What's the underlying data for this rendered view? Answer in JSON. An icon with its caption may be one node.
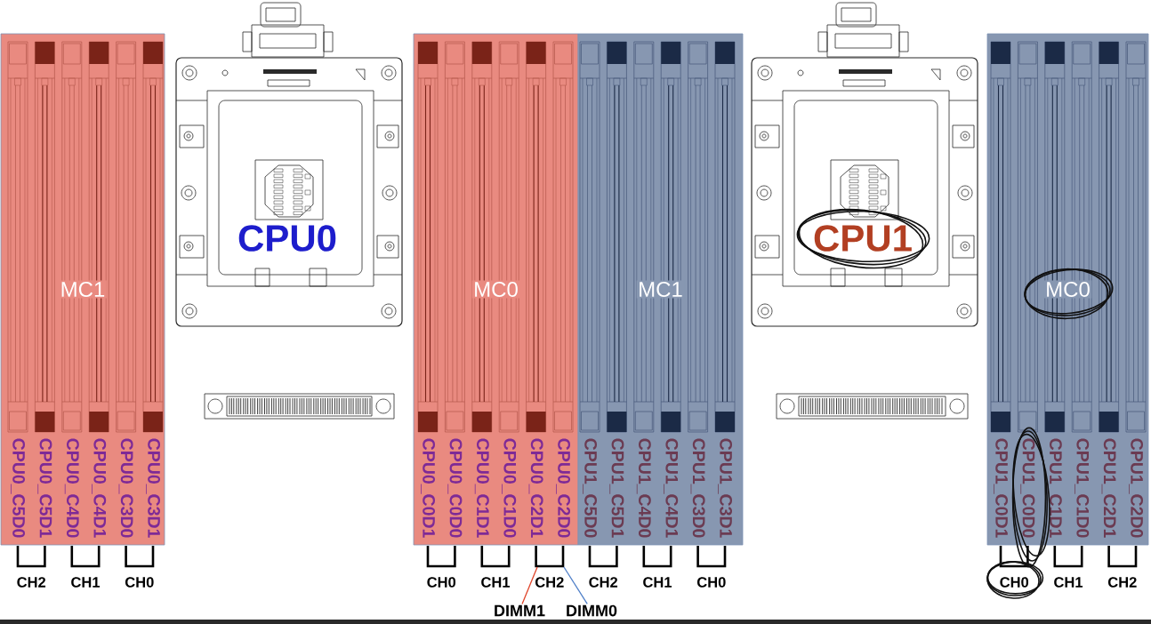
{
  "diagram": {
    "nodes": [
      {
        "text": [
          "MC1"
        ]
      },
      {
        "text": [
          "CPU0_C5D0"
        ],
        "in": 0
      },
      {
        "text": [
          "CPU0_C5D1"
        ],
        "in": 0
      },
      {
        "text": [
          "CPU0_C4D0"
        ],
        "in": 0
      },
      {
        "text": [
          "CPU0_C4D1"
        ],
        "in": 0
      },
      {
        "text": [
          "CPU0_C3D0"
        ],
        "in": 0
      },
      {
        "text": [
          "CPU0_C3D1"
        ],
        "in": 0
      },
      {
        "text": [
          "CPU0"
        ]
      },
      {
        "text": [
          "MC0"
        ]
      },
      {
        "text": [
          "CPU0_C0D1"
        ],
        "in": 8
      },
      {
        "text": [
          "CPU0_C0D0"
        ],
        "in": 8
      },
      {
        "text": [
          "CPU0_C1D1"
        ],
        "in": 8
      },
      {
        "text": [
          "CPU0_C1D0"
        ],
        "in": 8
      },
      {
        "text": [
          "CPU0_C2D1"
        ],
        "in": 8
      },
      {
        "text": [
          "CPU0_C2D0"
        ],
        "in": 8
      },
      {
        "text": [
          "MC1"
        ]
      },
      {
        "text": [
          "CPU1_C5D0"
        ],
        "in": 15
      },
      {
        "text": [
          "CPU1_C5D1"
        ],
        "in": 15
      },
      {
        "text": [
          "CPU1_C4D0"
        ],
        "in": 15
      },
      {
        "text": [
          "CPU1_C4D1"
        ],
        "in": 15
      },
      {
        "text": [
          "CPU1_C3D0"
        ],
        "in": 15
      },
      {
        "text": [
          "CPU1_C3D1"
        ],
        "in": 15
      },
      {
        "text": [
          "CPU1"
        ]
      },
      {
        "text": [
          "MC0"
        ]
      },
      {
        "text": [
          "CPU1_C0D1"
        ],
        "in": 23
      },
      {
        "text": [
          "CPU1_C0D0"
        ],
        "in": 23
      },
      {
        "text": [
          "CPU1_C1D1"
        ],
        "in": 23
      },
      {
        "text": [
          "CPU1_C1D0"
        ],
        "in": 23
      },
      {
        "text": [
          "CPU1_C2D1"
        ],
        "in": 23
      },
      {
        "text": [
          "CPU1_C2D0"
        ],
        "in": 23
      },
      {
        "text": [
          "DIMM1"
        ]
      },
      {
        "text": [
          "DIMM0"
        ]
      }
    ],
    "edges": [
      {
        "from": 30,
        "to": null,
        "arrow": "none",
        "color": "#e0452a"
      },
      {
        "from": 31,
        "to": null,
        "arrow": "none",
        "color": "#4f7fc8"
      }
    ],
    "labels": [
      "CH2",
      "CH1",
      "CH0",
      "CH0",
      "CH1",
      "CH2",
      "CH2",
      "CH1",
      "CH0",
      "CH0",
      "CH1",
      "CH2"
    ]
  }
}
